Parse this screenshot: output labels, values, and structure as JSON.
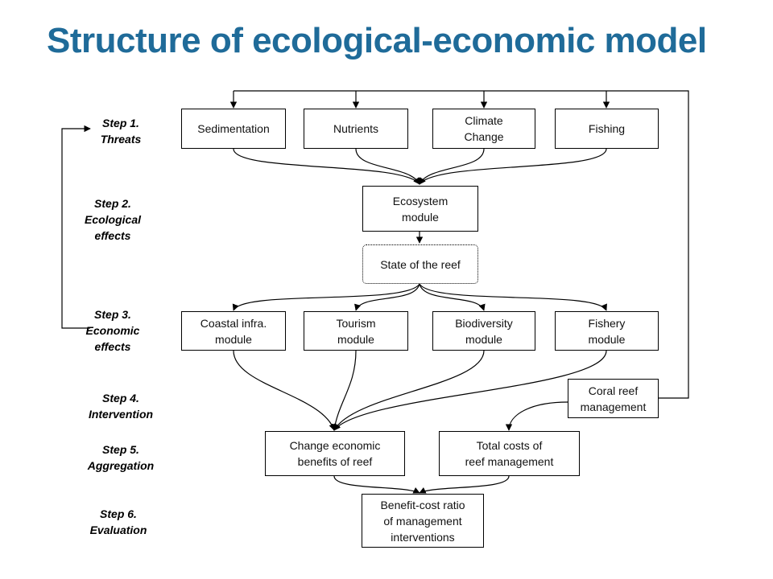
{
  "title": "Structure of ecological-economic model",
  "steps": [
    "Step 1.\nThreats",
    "Step 2.\nEcological\neffects",
    "Step 3.\nEconomic\neffects",
    "Step 4.\nIntervention",
    "Step 5.\nAggregation",
    "Step 6.\nEvaluation"
  ],
  "threats": [
    "Sedimentation",
    "Nutrients",
    "Climate\nChange",
    "Fishing"
  ],
  "ecosystem_module": "Ecosystem\nmodule",
  "state_of_reef": "State of the reef",
  "economic_modules": [
    "Coastal infra.\nmodule",
    "Tourism\nmodule",
    "Biodiversity\nmodule",
    "Fishery\nmodule"
  ],
  "coral_reef_management": "Coral reef\nmanagement",
  "change_benefits": "Change economic\nbenefits of reef",
  "total_costs": "Total costs of\nreef management",
  "benefit_cost_ratio": "Benefit-cost ratio\nof management\ninterventions"
}
